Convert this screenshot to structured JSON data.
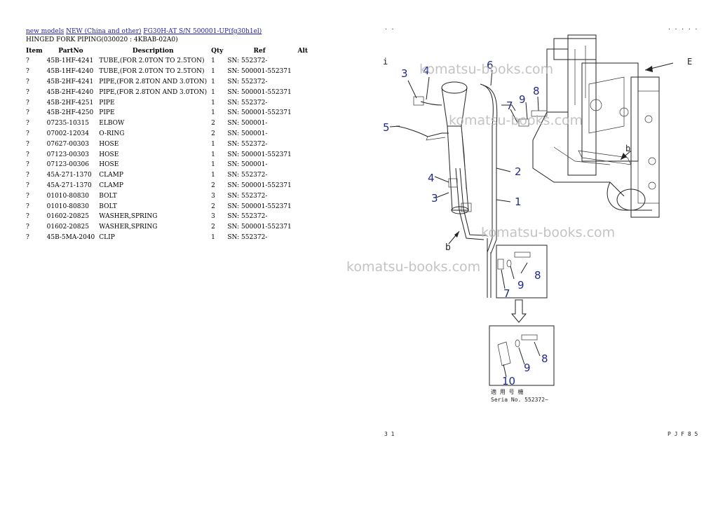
{
  "breadcrumb": {
    "link1": "new models",
    "link2": "NEW (China and other)",
    "link3": "FG30H-AT S/N 500001-UP(fg30h1el)"
  },
  "page_title": "HINGED FORK PIPING(030020 : 4KBAB-02A0)",
  "table": {
    "headers": {
      "item": "Item",
      "partno": "PartNo",
      "description": "Description",
      "qty": "Qty",
      "ref": "Ref",
      "alt": "Alt"
    },
    "rows": [
      {
        "item": "?",
        "partno": "45B-1HF-4241",
        "description": "TUBE,(FOR 2.0TON TO 2.5TON)",
        "qty": "1",
        "ref": "SN: 552372-"
      },
      {
        "item": "?",
        "partno": "45B-1HF-4240",
        "description": "TUBE,(FOR 2.0TON TO 2.5TON)",
        "qty": "1",
        "ref": "SN: 500001-552371"
      },
      {
        "item": "?",
        "partno": "45B-2HF-4241",
        "description": "PIPE,(FOR 2.8TON AND 3.0TON)",
        "qty": "1",
        "ref": "SN: 552372-"
      },
      {
        "item": "?",
        "partno": "45B-2HF-4240",
        "description": "PIPE,(FOR 2.8TON AND 3.0TON)",
        "qty": "1",
        "ref": "SN: 500001-552371"
      },
      {
        "item": "?",
        "partno": "45B-2HF-4251",
        "description": "PIPE",
        "qty": "1",
        "ref": "SN: 552372-"
      },
      {
        "item": "?",
        "partno": "45B-2HF-4250",
        "description": "PIPE",
        "qty": "1",
        "ref": "SN: 500001-552371"
      },
      {
        "item": "?",
        "partno": "07235-10315",
        "description": "ELBOW",
        "qty": "2",
        "ref": "SN: 500001-"
      },
      {
        "item": "?",
        "partno": "07002-12034",
        "description": "O-RING",
        "qty": "2",
        "ref": "SN: 500001-"
      },
      {
        "item": "?",
        "partno": "07627-00303",
        "description": "HOSE",
        "qty": "1",
        "ref": "SN: 552372-"
      },
      {
        "item": "?",
        "partno": "07123-00303",
        "description": "HOSE",
        "qty": "1",
        "ref": "SN: 500001-552371"
      },
      {
        "item": "?",
        "partno": "07123-00306",
        "description": "HOSE",
        "qty": "1",
        "ref": "SN: 500001-"
      },
      {
        "item": "?",
        "partno": "45A-271-1370",
        "description": "CLAMP",
        "qty": "1",
        "ref": "SN: 552372-"
      },
      {
        "item": "?",
        "partno": "45A-271-1370",
        "description": "CLAMP",
        "qty": "2",
        "ref": "SN: 500001-552371"
      },
      {
        "item": "?",
        "partno": "01010-80830",
        "description": "BOLT",
        "qty": "3",
        "ref": "SN: 552372-"
      },
      {
        "item": "?",
        "partno": "01010-80830",
        "description": "BOLT",
        "qty": "2",
        "ref": "SN: 500001-552371"
      },
      {
        "item": "?",
        "partno": "01602-20825",
        "description": "WASHER,SPRING",
        "qty": "3",
        "ref": "SN: 552372-"
      },
      {
        "item": "?",
        "partno": "01602-20825",
        "description": "WASHER,SPRING",
        "qty": "2",
        "ref": "SN: 500001-552371"
      },
      {
        "item": "?",
        "partno": "45B-5MA-2040",
        "description": "CLIP",
        "qty": "1",
        "ref": "SN: 552372-"
      }
    ]
  },
  "diagram": {
    "watermark": "komatsu-books.com",
    "callouts": {
      "n1": "1",
      "n2": "2",
      "n3": "3",
      "n4": "4",
      "n5": "5",
      "n6": "6",
      "n7": "7",
      "n8": "8",
      "n9": "9",
      "n10": "10"
    },
    "letter_b": "b",
    "letter_e": "E",
    "letter_i": "i",
    "jp_label": "適 用 号 機",
    "serial_label": "Seria  No. 552372~",
    "page_left": "3 1",
    "page_right": "P J F 8 5"
  }
}
